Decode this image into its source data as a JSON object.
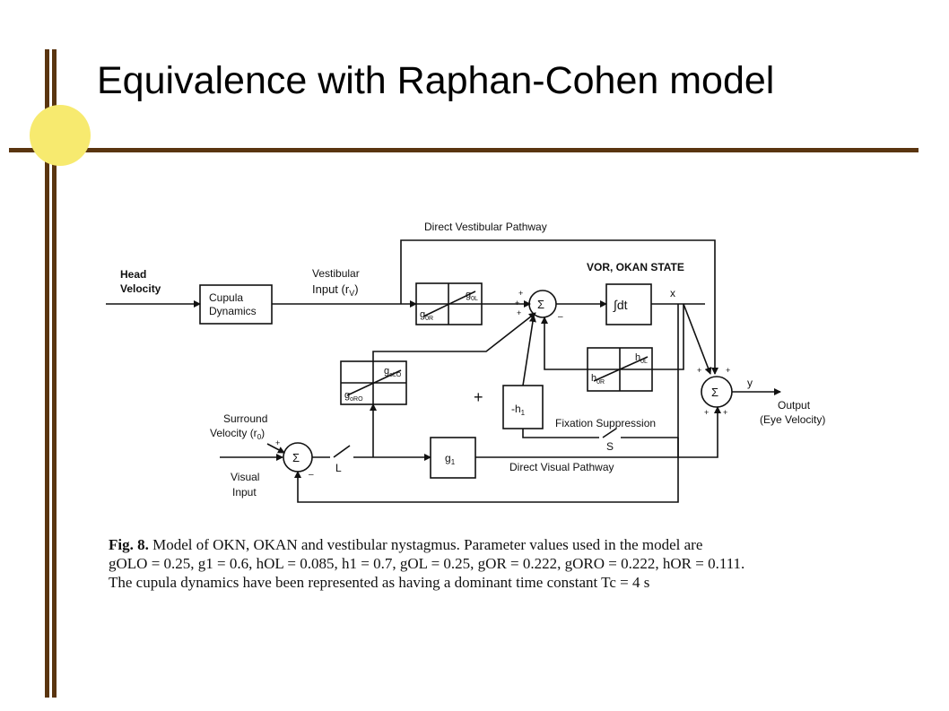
{
  "slide": {
    "title": "Equivalence with Raphan-Cohen model",
    "colors": {
      "bar": "#5a3510",
      "dot": "#f7ea6f"
    }
  },
  "diagram": {
    "direct_vestibular_pathway": "Direct Vestibular Pathway",
    "head_velocity_1": "Head",
    "head_velocity_2": "Velocity",
    "cupula_1": "Cupula",
    "cupula_2": "Dynamics",
    "vestibular_input_1": "Vestibular",
    "vestibular_input_2": "Input (r",
    "vestibular_input_sub": "V",
    "vestibular_input_3": ")",
    "vor_okan_state": "VOR, OKAN STATE",
    "sigma": "Σ",
    "integrator": "∫dt",
    "x_label": "x",
    "y_label": "y",
    "gain_g0_label": "g",
    "gain_g0_top_sub": "0L",
    "gain_g0_bot_sub": "0R",
    "gain_h0_label": "h",
    "gain_h0_top_sub": "0L",
    "gain_h0_bot_sub": "0R",
    "gain_go_label": "g",
    "gain_go_top_sub": "oLO",
    "gain_go_bot_sub": "oRO",
    "minus_h1": "-h",
    "minus_h1_sub": "1",
    "g1": "g",
    "g1_sub": "1",
    "plus_big": "+",
    "plus": "+",
    "minus": "–",
    "fixation_suppression": "Fixation Suppression",
    "switch_s": "S",
    "switch_l": "L",
    "surround_velocity_1": "Surround",
    "surround_velocity_2": "Velocity (r",
    "surround_velocity_sub": "0",
    "surround_velocity_3": ")",
    "visual_input_1": "Visual",
    "visual_input_2": "Input",
    "direct_visual_pathway": "Direct Visual Pathway",
    "output_1": "Output",
    "output_2": "(Eye Velocity)"
  },
  "caption": {
    "lead": "Fig. 8.",
    "line1": " Model of OKN, OKAN and vestibular nystagmus. Parameter values used in the model are",
    "line2": "gOLO = 0.25, g1 = 0.6, hOL = 0.085, h1 = 0.7, gOL = 0.25, gOR = 0.222, gORO = 0.222, hOR = 0.111.",
    "line3": "The cupula dynamics have been represented as having a dominant time constant Tc = 4 s"
  }
}
